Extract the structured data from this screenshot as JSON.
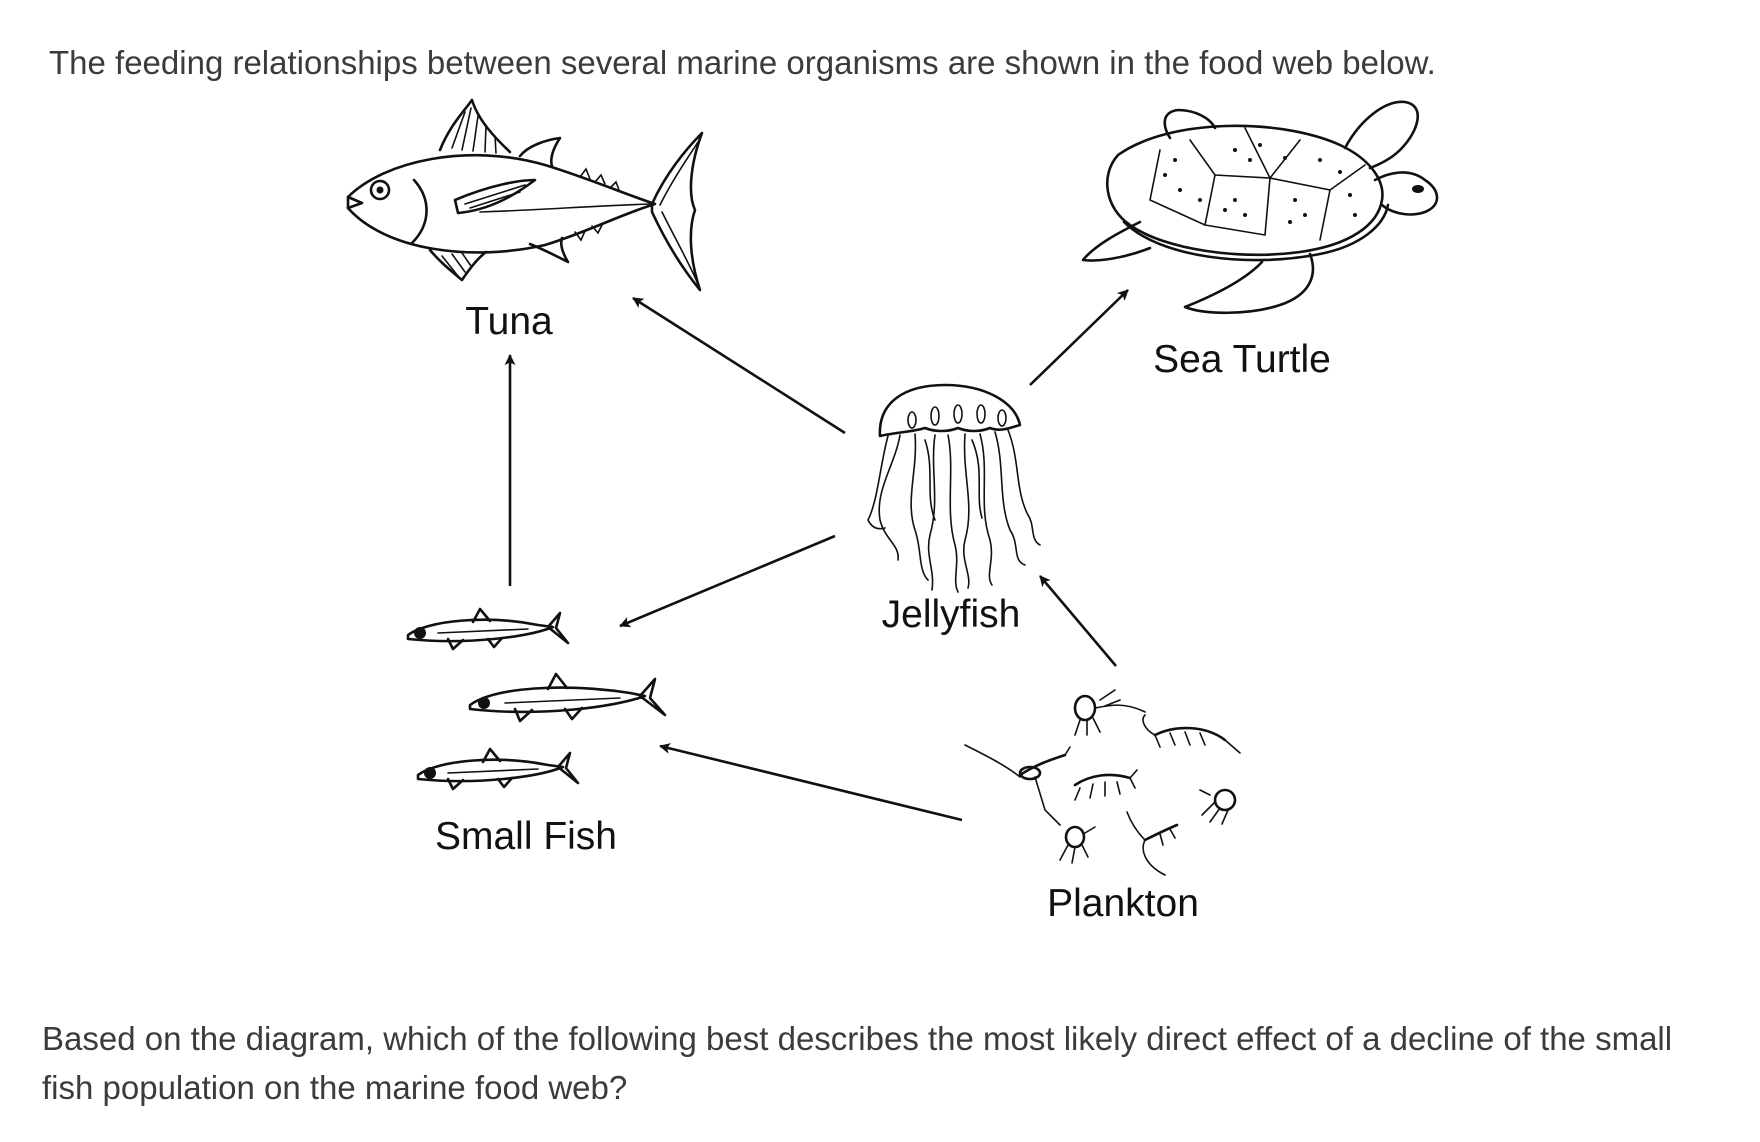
{
  "intro_text": "The feeding relationships between several marine organisms are shown in the food web below.",
  "question_text": "Based on the diagram, which of the following best describes the most likely direct effect of a decline of the small fish population on the marine food web?",
  "organisms": {
    "tuna": "Tuna",
    "sea_turtle": "Sea Turtle",
    "jellyfish": "Jellyfish",
    "small_fish": "Small Fish",
    "plankton": "Plankton"
  },
  "feeding_links": [
    {
      "from": "Small Fish",
      "to": "Tuna"
    },
    {
      "from": "Jellyfish",
      "to": "Tuna"
    },
    {
      "from": "Jellyfish",
      "to": "Sea Turtle"
    },
    {
      "from": "Jellyfish",
      "to": "Small Fish"
    },
    {
      "from": "Plankton",
      "to": "Jellyfish"
    },
    {
      "from": "Plankton",
      "to": "Small Fish"
    }
  ]
}
